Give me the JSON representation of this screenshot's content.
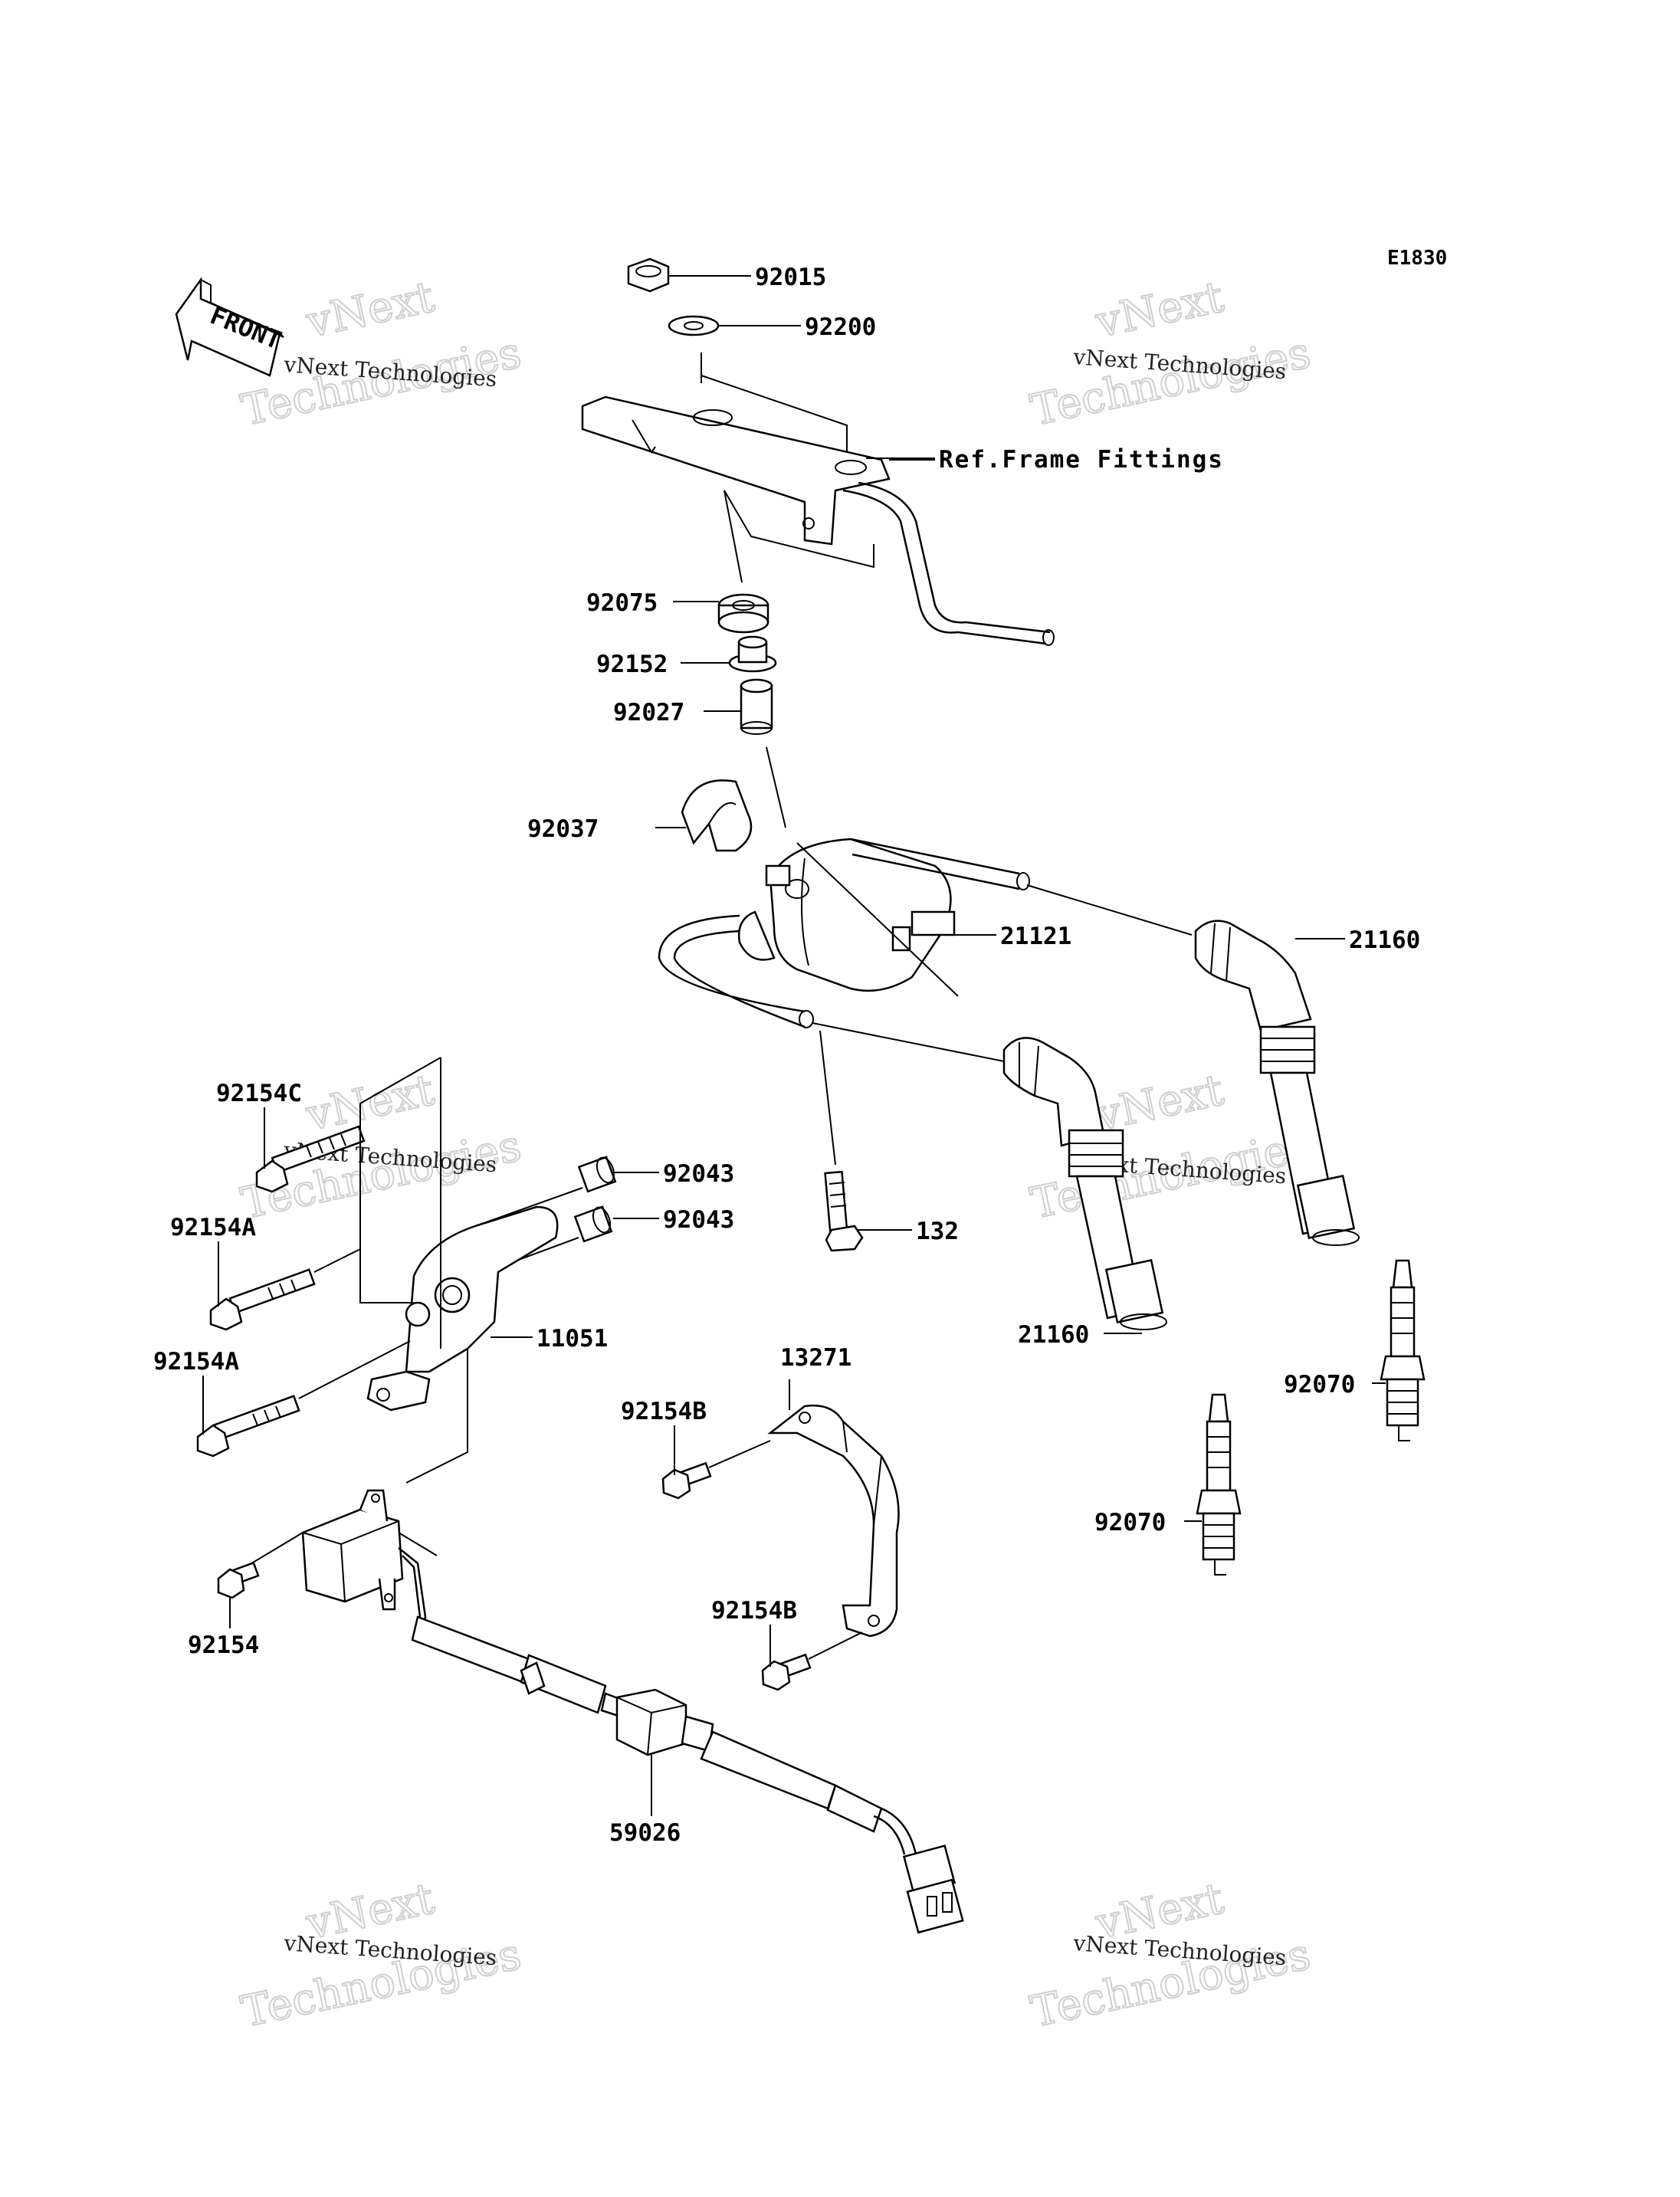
{
  "diagram_code": "E1830",
  "front_marker": "FRONT",
  "reference_label": "Ref.Frame Fittings",
  "watermark": {
    "line1": "vNext Technologies",
    "outline_top": "vNext",
    "outline_bottom": "Technologies"
  },
  "parts": [
    {
      "id": "p92015",
      "label": "92015"
    },
    {
      "id": "p92200",
      "label": "92200"
    },
    {
      "id": "p92075",
      "label": "92075"
    },
    {
      "id": "p92152",
      "label": "92152"
    },
    {
      "id": "p92027",
      "label": "92027"
    },
    {
      "id": "p92037",
      "label": "92037"
    },
    {
      "id": "p21121",
      "label": "21121"
    },
    {
      "id": "p21160a",
      "label": "21160"
    },
    {
      "id": "p21160b",
      "label": "21160"
    },
    {
      "id": "p92154C",
      "label": "92154C"
    },
    {
      "id": "p92043a",
      "label": "92043"
    },
    {
      "id": "p92043b",
      "label": "92043"
    },
    {
      "id": "p132",
      "label": "132"
    },
    {
      "id": "p92154Aa",
      "label": "92154A"
    },
    {
      "id": "p92154Ab",
      "label": "92154A"
    },
    {
      "id": "p11051",
      "label": "11051"
    },
    {
      "id": "p13271",
      "label": "13271"
    },
    {
      "id": "p92070a",
      "label": "92070"
    },
    {
      "id": "p92070b",
      "label": "92070"
    },
    {
      "id": "p92154Ba",
      "label": "92154B"
    },
    {
      "id": "p92154Bb",
      "label": "92154B"
    },
    {
      "id": "p92154",
      "label": "92154"
    },
    {
      "id": "p59026",
      "label": "59026"
    }
  ]
}
